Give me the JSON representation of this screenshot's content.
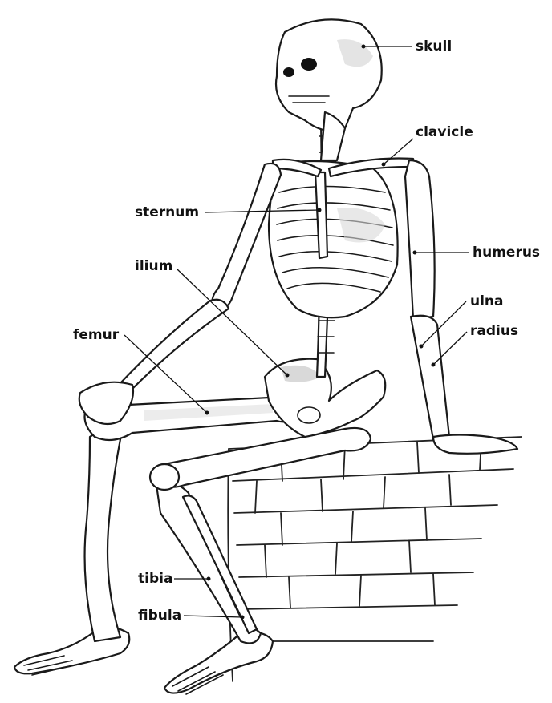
{
  "labels": {
    "skull": "skull",
    "clavicle": "clavicle",
    "sternum": "sternum",
    "humerus": "humerus",
    "ilium": "ilium",
    "ulna": "ulna",
    "radius": "radius",
    "femur": "femur",
    "tibia": "tibia",
    "fibula": "fibula"
  },
  "colors": {
    "line": "#1a1a1a",
    "shade": "#d9d9d9",
    "background": "#ffffff"
  }
}
